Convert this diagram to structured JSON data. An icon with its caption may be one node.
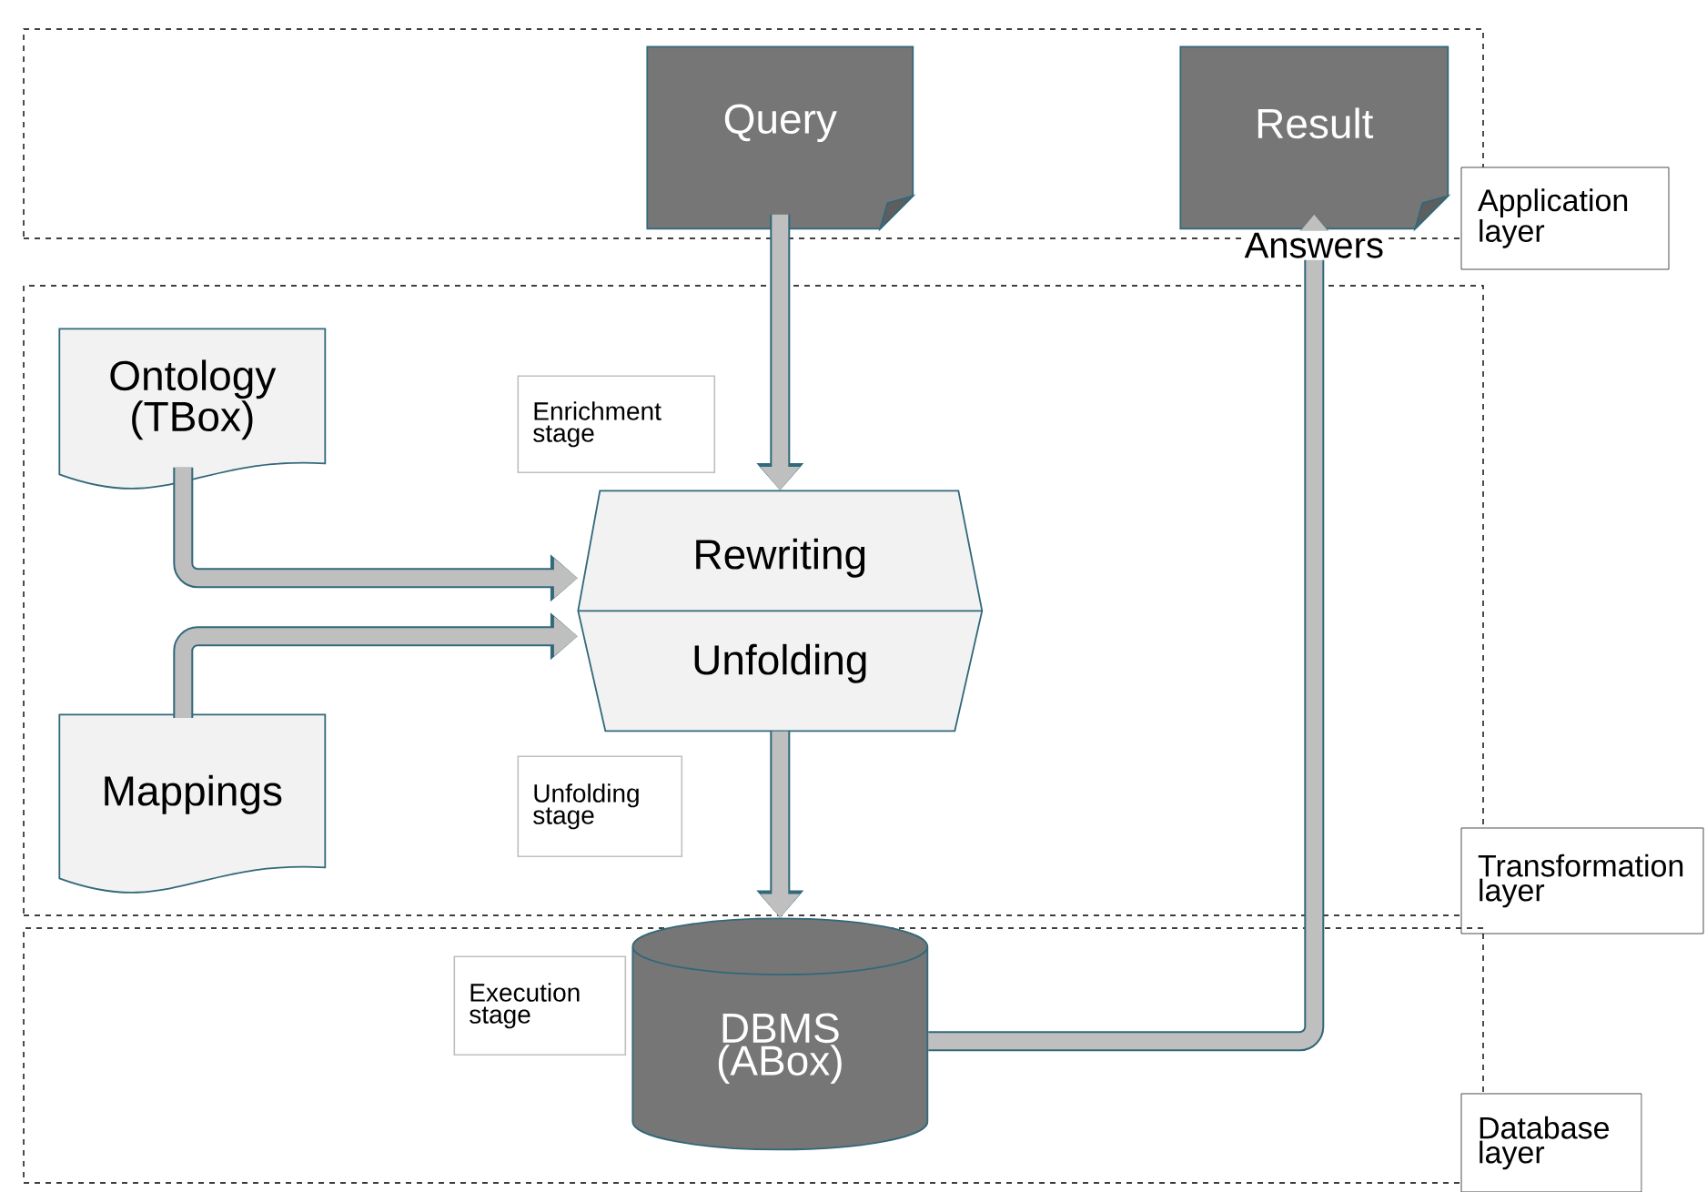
{
  "diagram": {
    "nodes": [
      {
        "text": [
          "Application layer"
        ]
      },
      {
        "text": [
          "Query"
        ],
        "in": 0
      },
      {
        "text": [
          "Result"
        ],
        "in": 0
      },
      {
        "text": [
          "Transformation layer"
        ]
      },
      {
        "text": [
          "Ontology (TBox)"
        ],
        "in": 3
      },
      {
        "text": [
          "Mappings"
        ],
        "in": 3
      },
      {
        "text": [
          "Enrichment stage"
        ],
        "in": 3
      },
      {
        "text": [
          "Rewriting",
          "Unfolding"
        ],
        "in": 3
      },
      {
        "text": [
          "Unfolding stage"
        ],
        "in": 3
      },
      {
        "text": [
          "Database layer"
        ]
      },
      {
        "text": [
          "Execution stage"
        ],
        "in": 9
      },
      {
        "text": [
          "DBMS (ABox)"
        ],
        "in": 9
      }
    ],
    "edges": [
      {
        "from": 1,
        "to": 7,
        "arrow": "to"
      },
      {
        "from": 4,
        "to": 7,
        "arrow": "to"
      },
      {
        "from": 5,
        "to": 7,
        "arrow": "to"
      },
      {
        "from": 7,
        "to": 11,
        "arrow": "to"
      },
      {
        "from": 11,
        "to": 2,
        "arrow": "to",
        "label": "Answers"
      }
    ]
  }
}
